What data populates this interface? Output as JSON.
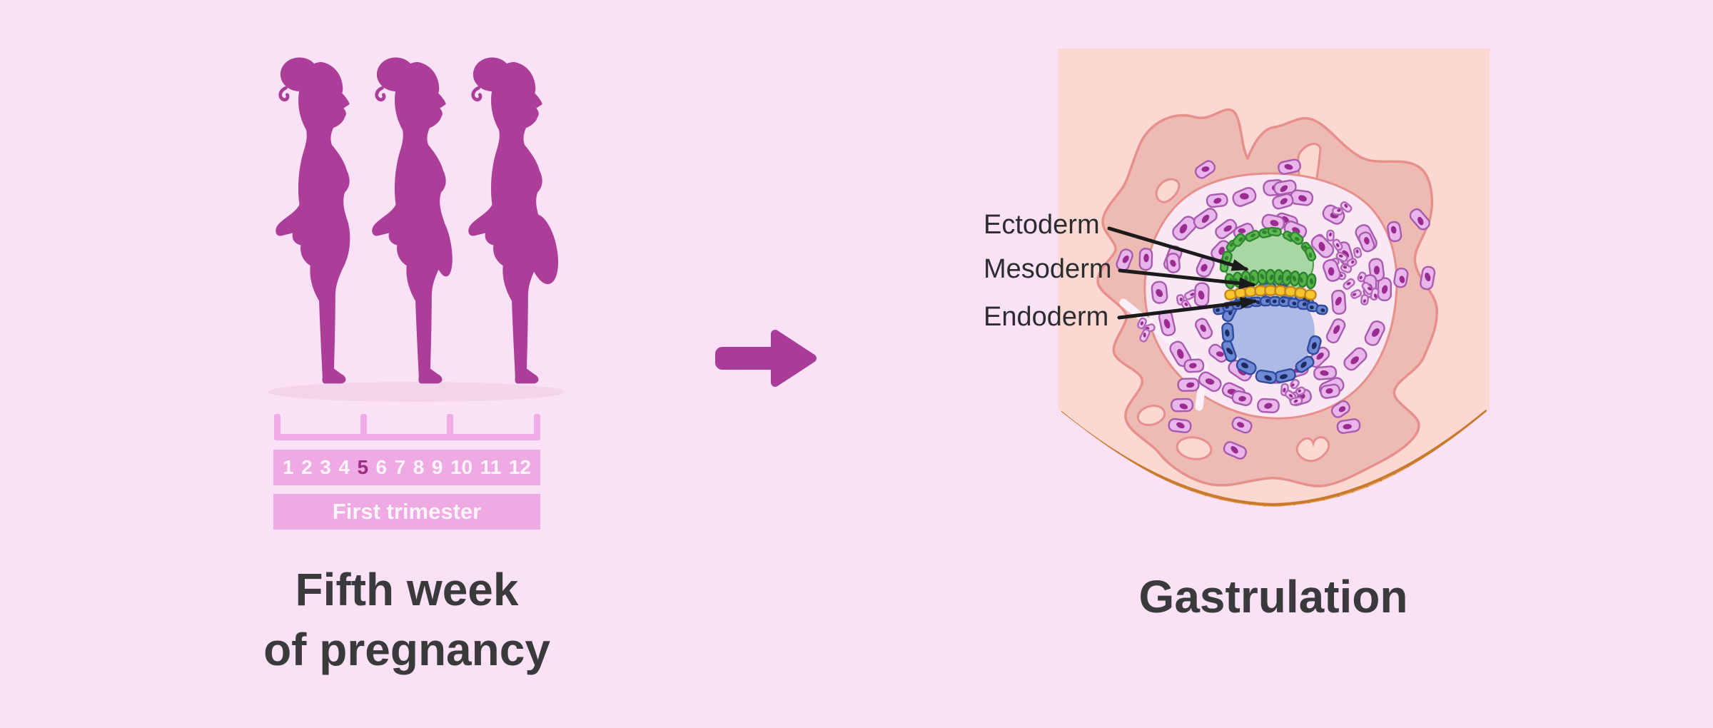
{
  "infographic": {
    "stage_week": {
      "title_line1": "Fifth week",
      "title_line2": "of pregnancy",
      "weeks": [
        "1",
        "2",
        "3",
        "4",
        "5",
        "6",
        "7",
        "8",
        "9",
        "10",
        "11",
        "12"
      ],
      "highlighted_week": "5",
      "trimester_label": "First trimester"
    },
    "gastrulation": {
      "title": "Gastrulation",
      "layer_labels": [
        "Ectoderm",
        "Mesoderm",
        "Endoderm"
      ]
    },
    "icons": {
      "stage_arrow": "right-arrow"
    },
    "colors": {
      "background": "#FAE1F5",
      "silhouette_magenta": "#AC3E99",
      "timeline_pink": "#EFA9E3",
      "highlighted_week": "#9C2E86",
      "title_text": "#3A393B",
      "label_text": "#2D2D2F",
      "panel_background": "#FBD8D2",
      "decidua_pink": "#EDBAB4",
      "decidua_outline": "#E78F8B",
      "trophoblast_purple": "#E9B6EC",
      "ectoderm_green": "#55B447",
      "amnion_green": "#A9D7A4",
      "mesoderm_yellow": "#F6C42C",
      "endoderm_blue": "#6B85D1",
      "yolk_sac_blue": "#ACBAE5",
      "epithelium_orange": "#F0AE6A",
      "pointer_black": "#1B1B1B"
    }
  }
}
